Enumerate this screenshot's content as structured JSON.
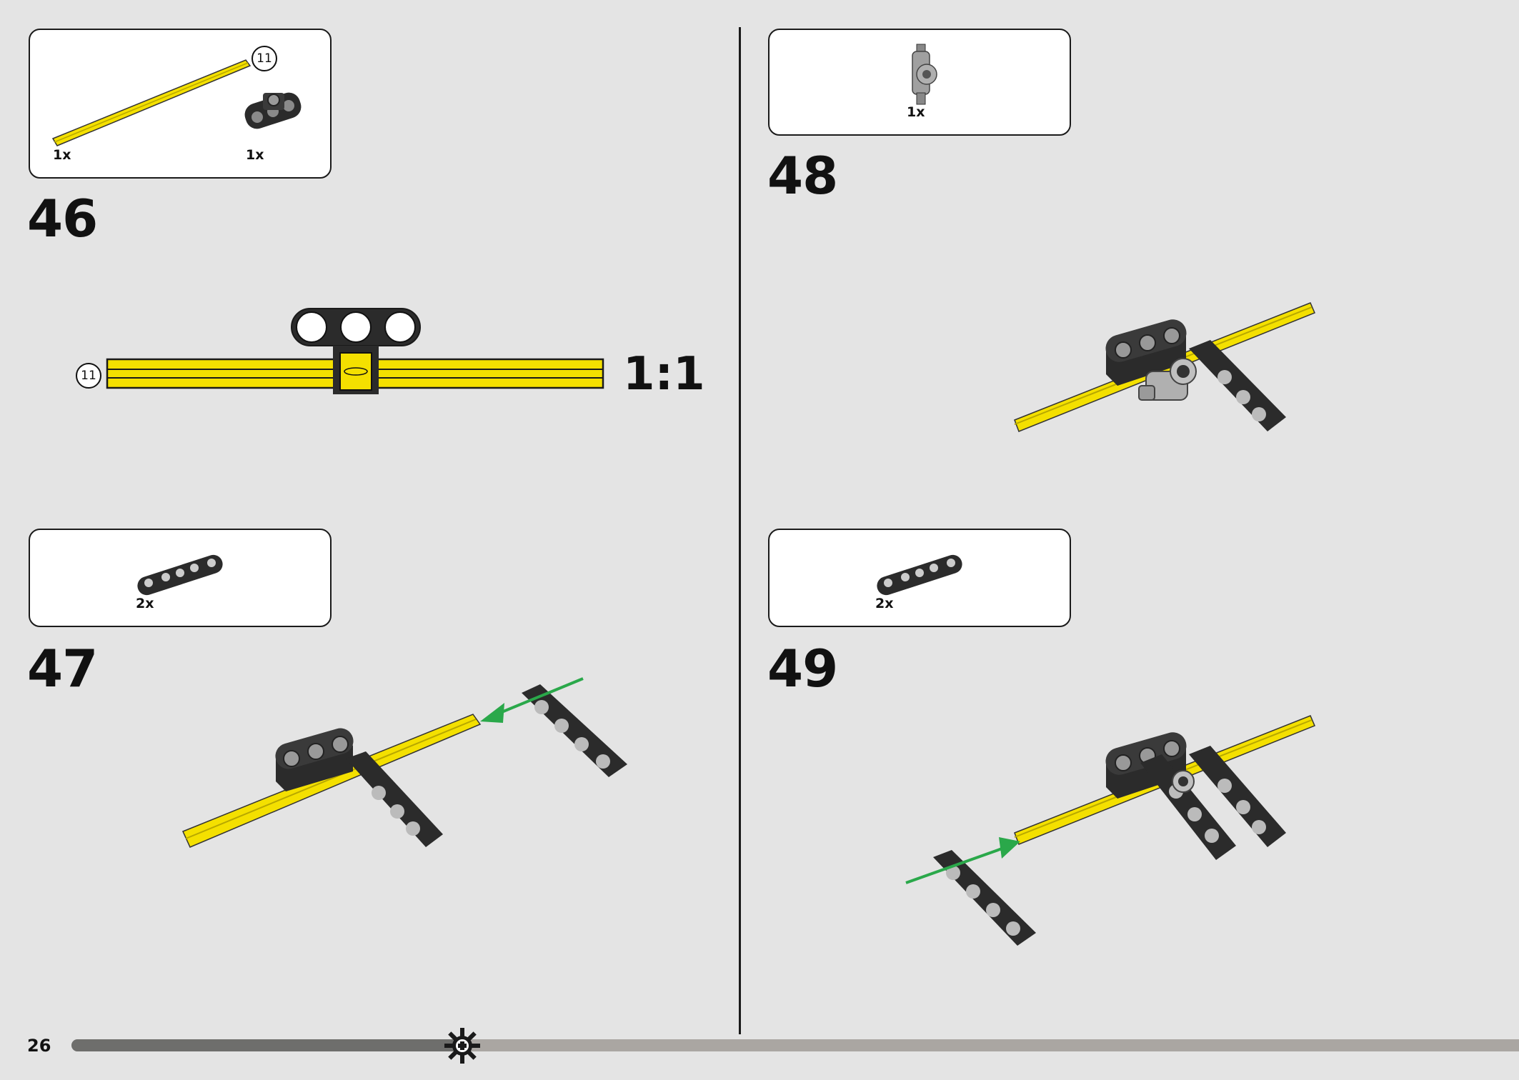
{
  "page_number": "26",
  "progress": 0.27,
  "scale_label": "1:1",
  "steps": [
    {
      "number": "46",
      "parts": [
        {
          "qty": "1x",
          "name": "axle-11"
        },
        {
          "qty": "1x",
          "name": "beam-connector"
        }
      ],
      "length_callout": "11"
    },
    {
      "number": "47",
      "parts": [
        {
          "qty": "2x",
          "name": "thin-beam-5"
        }
      ]
    },
    {
      "number": "48",
      "parts": [
        {
          "qty": "1x",
          "name": "cross-block"
        }
      ]
    },
    {
      "number": "49",
      "parts": [
        {
          "qty": "2x",
          "name": "thin-beam-5"
        }
      ]
    }
  ],
  "colors": {
    "background": "#e4e4e4",
    "axle": "#f4e000",
    "beam": "#2b2b2b",
    "arrow": "#2aa84a",
    "progress_done": "#6e6e6c",
    "progress_todo": "#aaa6a2"
  }
}
